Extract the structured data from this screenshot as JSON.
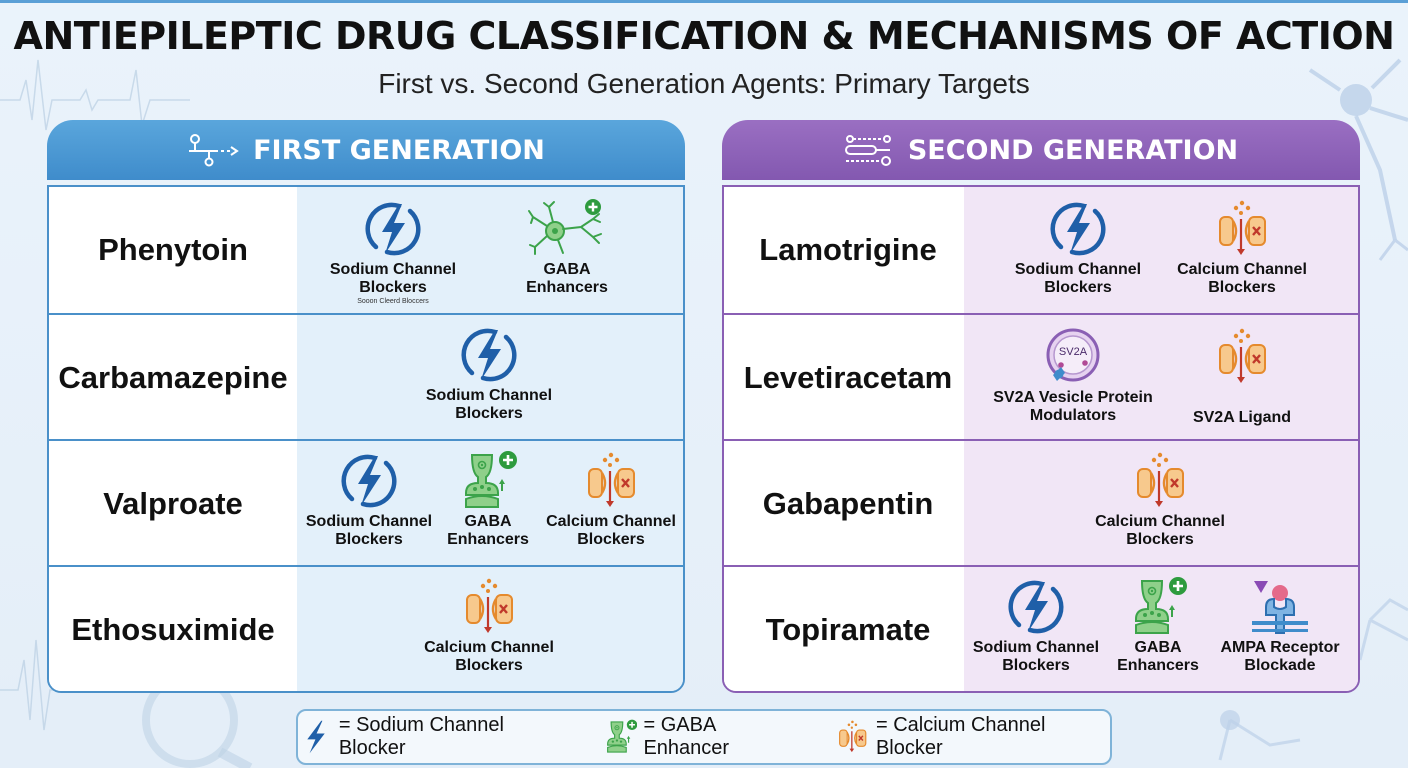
{
  "title": "ANTIEPILEPTIC DRUG CLASSIFICATION & MECHANISMS OF ACTION",
  "subtitle": "First vs. Second Generation Agents: Primary Targets",
  "colors": {
    "first_generation": "#4a90c9",
    "second_generation": "#8a5fb4",
    "sodium_icon": "#1f5fa8",
    "gaba_icon": "#3ca34a",
    "calcium_icon": "#e58a2d"
  },
  "first_generation": {
    "header": "FIRST GENERATION",
    "header_icon": "pathway-icon",
    "drugs": [
      {
        "name": "Phenytoin",
        "mechanisms": [
          {
            "label": "Sodium Channel\nBlockers",
            "icon": "lightning-icon",
            "sublabel": "Sooon Cleerd Bloccers"
          },
          {
            "label": "GABA\nEnhancers",
            "icon": "neuron-plus-icon"
          }
        ]
      },
      {
        "name": "Carbamazepine",
        "mechanisms": [
          {
            "label": "Sodium Channel\nBlockers",
            "icon": "lightning-icon"
          }
        ]
      },
      {
        "name": "Valproate",
        "mechanisms": [
          {
            "label": "Sodium Channel\nBlockers",
            "icon": "lightning-icon"
          },
          {
            "label": "GABA\nEnhancers",
            "icon": "synapse-plus-icon"
          },
          {
            "label": "Calcium Channel\nBlockers",
            "icon": "calcium-channel-icon"
          }
        ]
      },
      {
        "name": "Ethosuximide",
        "mechanisms": [
          {
            "label": "Calcium Channel\nBlockers",
            "icon": "calcium-channel-icon"
          }
        ]
      }
    ]
  },
  "second_generation": {
    "header": "SECOND GENERATION",
    "header_icon": "circuit-icon",
    "drugs": [
      {
        "name": "Lamotrigine",
        "mechanisms": [
          {
            "label": "Sodium Channel\nBlockers",
            "icon": "lightning-icon"
          },
          {
            "label": "Calcium Channel\nBlockers",
            "icon": "calcium-channel-icon"
          }
        ]
      },
      {
        "name": "Levetiracetam",
        "mechanisms": [
          {
            "label": "SV2A Vesicle Protein\nModulators",
            "icon": "sv2a-vesicle-icon",
            "icon_text": "SV2A"
          },
          {
            "label": "SV2A Ligand",
            "icon": "calcium-channel-icon"
          }
        ]
      },
      {
        "name": "Gabapentin",
        "mechanisms": [
          {
            "label": "Calcium Channel\nBlockers",
            "icon": "calcium-channel-icon"
          }
        ]
      },
      {
        "name": "Topiramate",
        "mechanisms": [
          {
            "label": "Sodium Channel\nBlockers",
            "icon": "lightning-icon"
          },
          {
            "label": "GABA\nEnhancers",
            "icon": "synapse-plus-icon"
          },
          {
            "label": "AMPA Receptor\nBlockade",
            "icon": "ampa-receptor-icon"
          }
        ]
      }
    ]
  },
  "legend": [
    {
      "icon": "lightning-icon",
      "text": "= Sodium Channel Blocker"
    },
    {
      "icon": "synapse-plus-icon",
      "text": "= GABA Enhancer"
    },
    {
      "icon": "calcium-channel-icon",
      "text": "= Calcium Channel Blocker"
    }
  ]
}
